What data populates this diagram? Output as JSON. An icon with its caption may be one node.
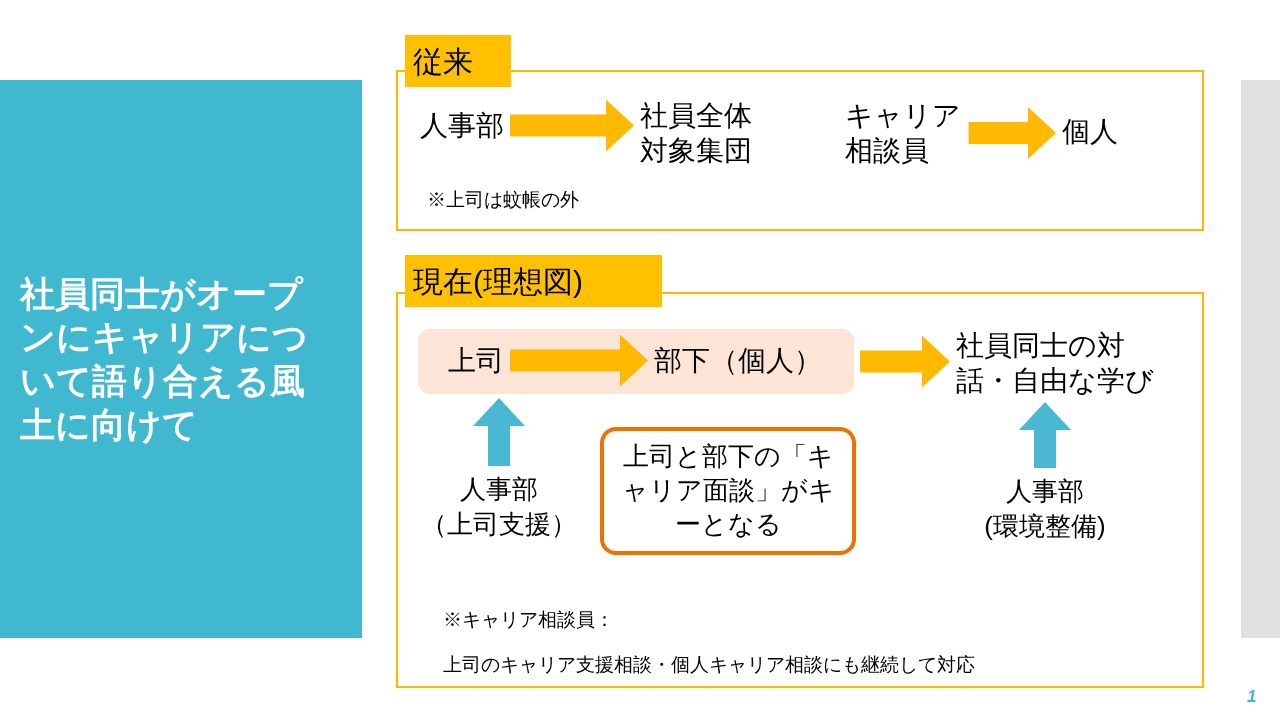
{
  "diagram": {
    "nodes": [
      {
        "text": [
          "社員同士がオープンにキャリアについて語り合える風土に向けて"
        ]
      },
      {
        "text": [
          "※上司は蚊帳の外"
        ]
      },
      {
        "text": [
          "人事部"
        ],
        "in": 1
      },
      {
        "text": [
          "社員全体対象集団"
        ],
        "in": 1
      },
      {
        "text": [
          "キャリア相談員"
        ],
        "in": 1
      },
      {
        "text": [
          "個人"
        ],
        "in": 1
      },
      {
        "text": [
          "※キャリア相談員：",
          "上司のキャリア支援相談・個人キャリア相談にも継続して対応"
        ]
      },
      {
        "text": [],
        "shape": "bar",
        "in": 6
      },
      {
        "text": [
          "上司"
        ],
        "in": 7
      },
      {
        "text": [
          "部下（個人）"
        ],
        "in": 7
      },
      {
        "text": [
          "社員同士の対話・自由な学び"
        ],
        "in": 6
      },
      {
        "text": [
          "人事部",
          "（上司支援）"
        ],
        "in": 6
      },
      {
        "text": [
          "上司と部下の「キャリア面談」がキーとなる"
        ],
        "in": 6
      },
      {
        "text": [
          "人事部",
          "(環境整備)"
        ],
        "in": 6
      },
      {
        "text": [],
        "shape": "bar"
      },
      {
        "text": [
          "従来"
        ]
      },
      {
        "text": [
          "現在(理想図)"
        ]
      }
    ],
    "edges": [
      {
        "from": 2,
        "to": 3,
        "arrow": "to"
      },
      {
        "from": 4,
        "to": 5,
        "arrow": "to"
      },
      {
        "from": 8,
        "to": 9,
        "arrow": "to"
      },
      {
        "from": 7,
        "to": 10,
        "arrow": "to"
      },
      {
        "from": 11,
        "to": 7,
        "arrow": "to",
        "color": "#4bb8d3"
      },
      {
        "from": 13,
        "to": 10,
        "arrow": "to",
        "color": "#4bb8d3"
      }
    ],
    "labels": [
      "1"
    ]
  }
}
